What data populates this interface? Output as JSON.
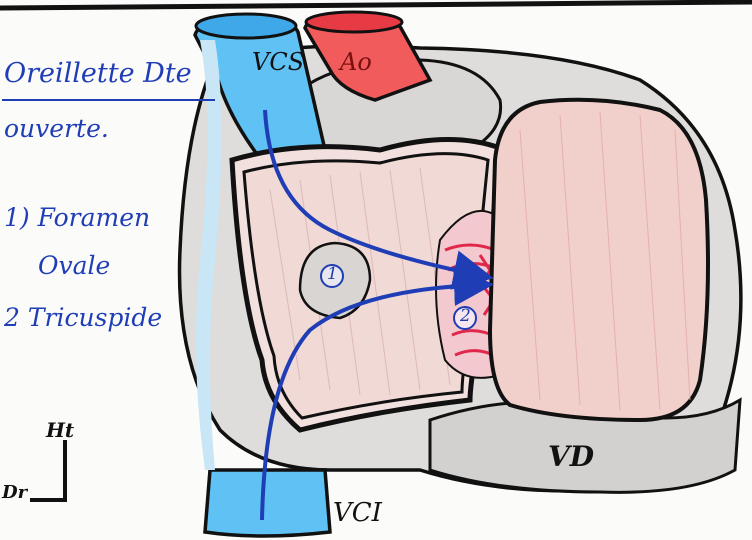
{
  "labels": {
    "title_line1": "Oreillette Dte",
    "title_line2": "ouverte.",
    "legend_1": "1) Foramen",
    "legend_1b": "Ovale",
    "legend_2": "2 Tricuspide",
    "vcs": "VCS",
    "ao": "Ao",
    "vci": "VCI",
    "vd": "VD",
    "marker_1": "1",
    "marker_2": "2",
    "orient_top": "Ht",
    "orient_left": "Dr"
  },
  "colors": {
    "vein_blue": "#46b4f2",
    "aorta_red": "#f0454a",
    "ink_blue": "#1f3db5",
    "atrium_pink": "#efd6d4",
    "ventricle_pink": "#f1cfcb",
    "grey_wall": "#dcdcdc",
    "outline": "#111111",
    "valve_red": "#e0284a"
  }
}
